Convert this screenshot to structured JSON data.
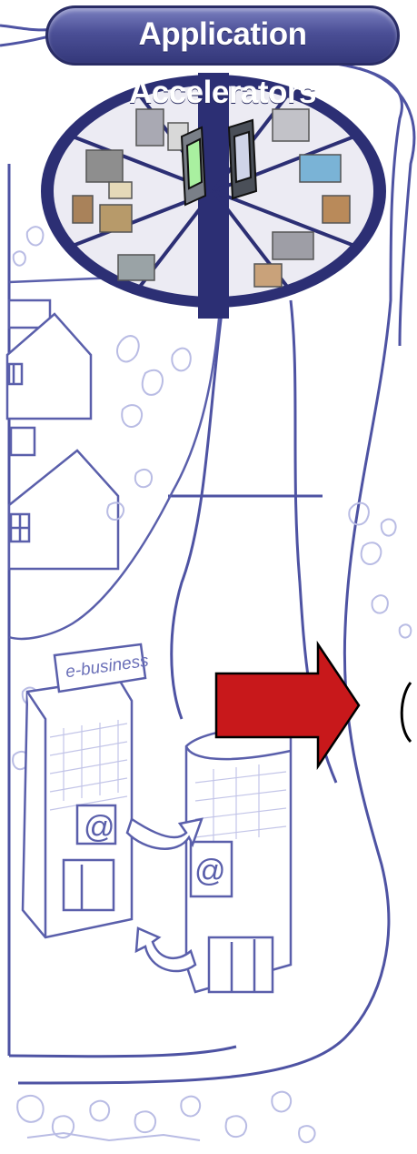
{
  "banner": {
    "title": "Application Accelerators"
  },
  "sign": {
    "label": "e-business"
  },
  "colors": {
    "banner_fill": "#4b4f96",
    "line_art": "#6b70b8",
    "foliage": "#b9bce4",
    "arrow_fill": "#c8181b",
    "arrow_stroke": "#000000"
  },
  "icons": [
    "application-accelerators-badge",
    "e-business-building-icon",
    "flow-arrow-icon",
    "house-icon"
  ]
}
